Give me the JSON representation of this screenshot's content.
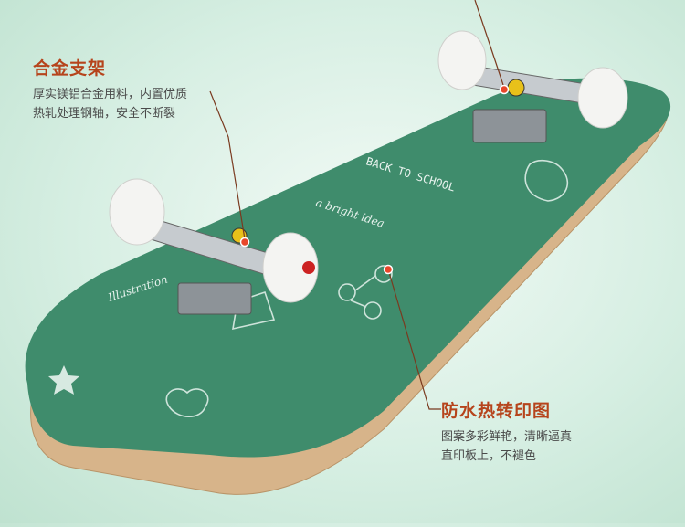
{
  "callouts": {
    "alloy_truck": {
      "title": "合金支架",
      "desc_line1": "厚实镁铝合金用料，内置优质",
      "desc_line2": "热轧处理钢轴，安全不断裂"
    },
    "heat_transfer": {
      "title": "防水热转印图",
      "desc_line1": "图案多彩鲜艳，清晰逼真",
      "desc_line2": "直印板上，不褪色"
    }
  },
  "deck_print": {
    "text_back_to_school": "BACK TO SCHOOL",
    "text_bright_idea": "a bright idea",
    "text_illustration": "Illustration"
  },
  "colors": {
    "deck_green": "#3f8c6c",
    "wood": "#d7b48a",
    "accent": "#b6441c",
    "leader": "#e8462a"
  }
}
